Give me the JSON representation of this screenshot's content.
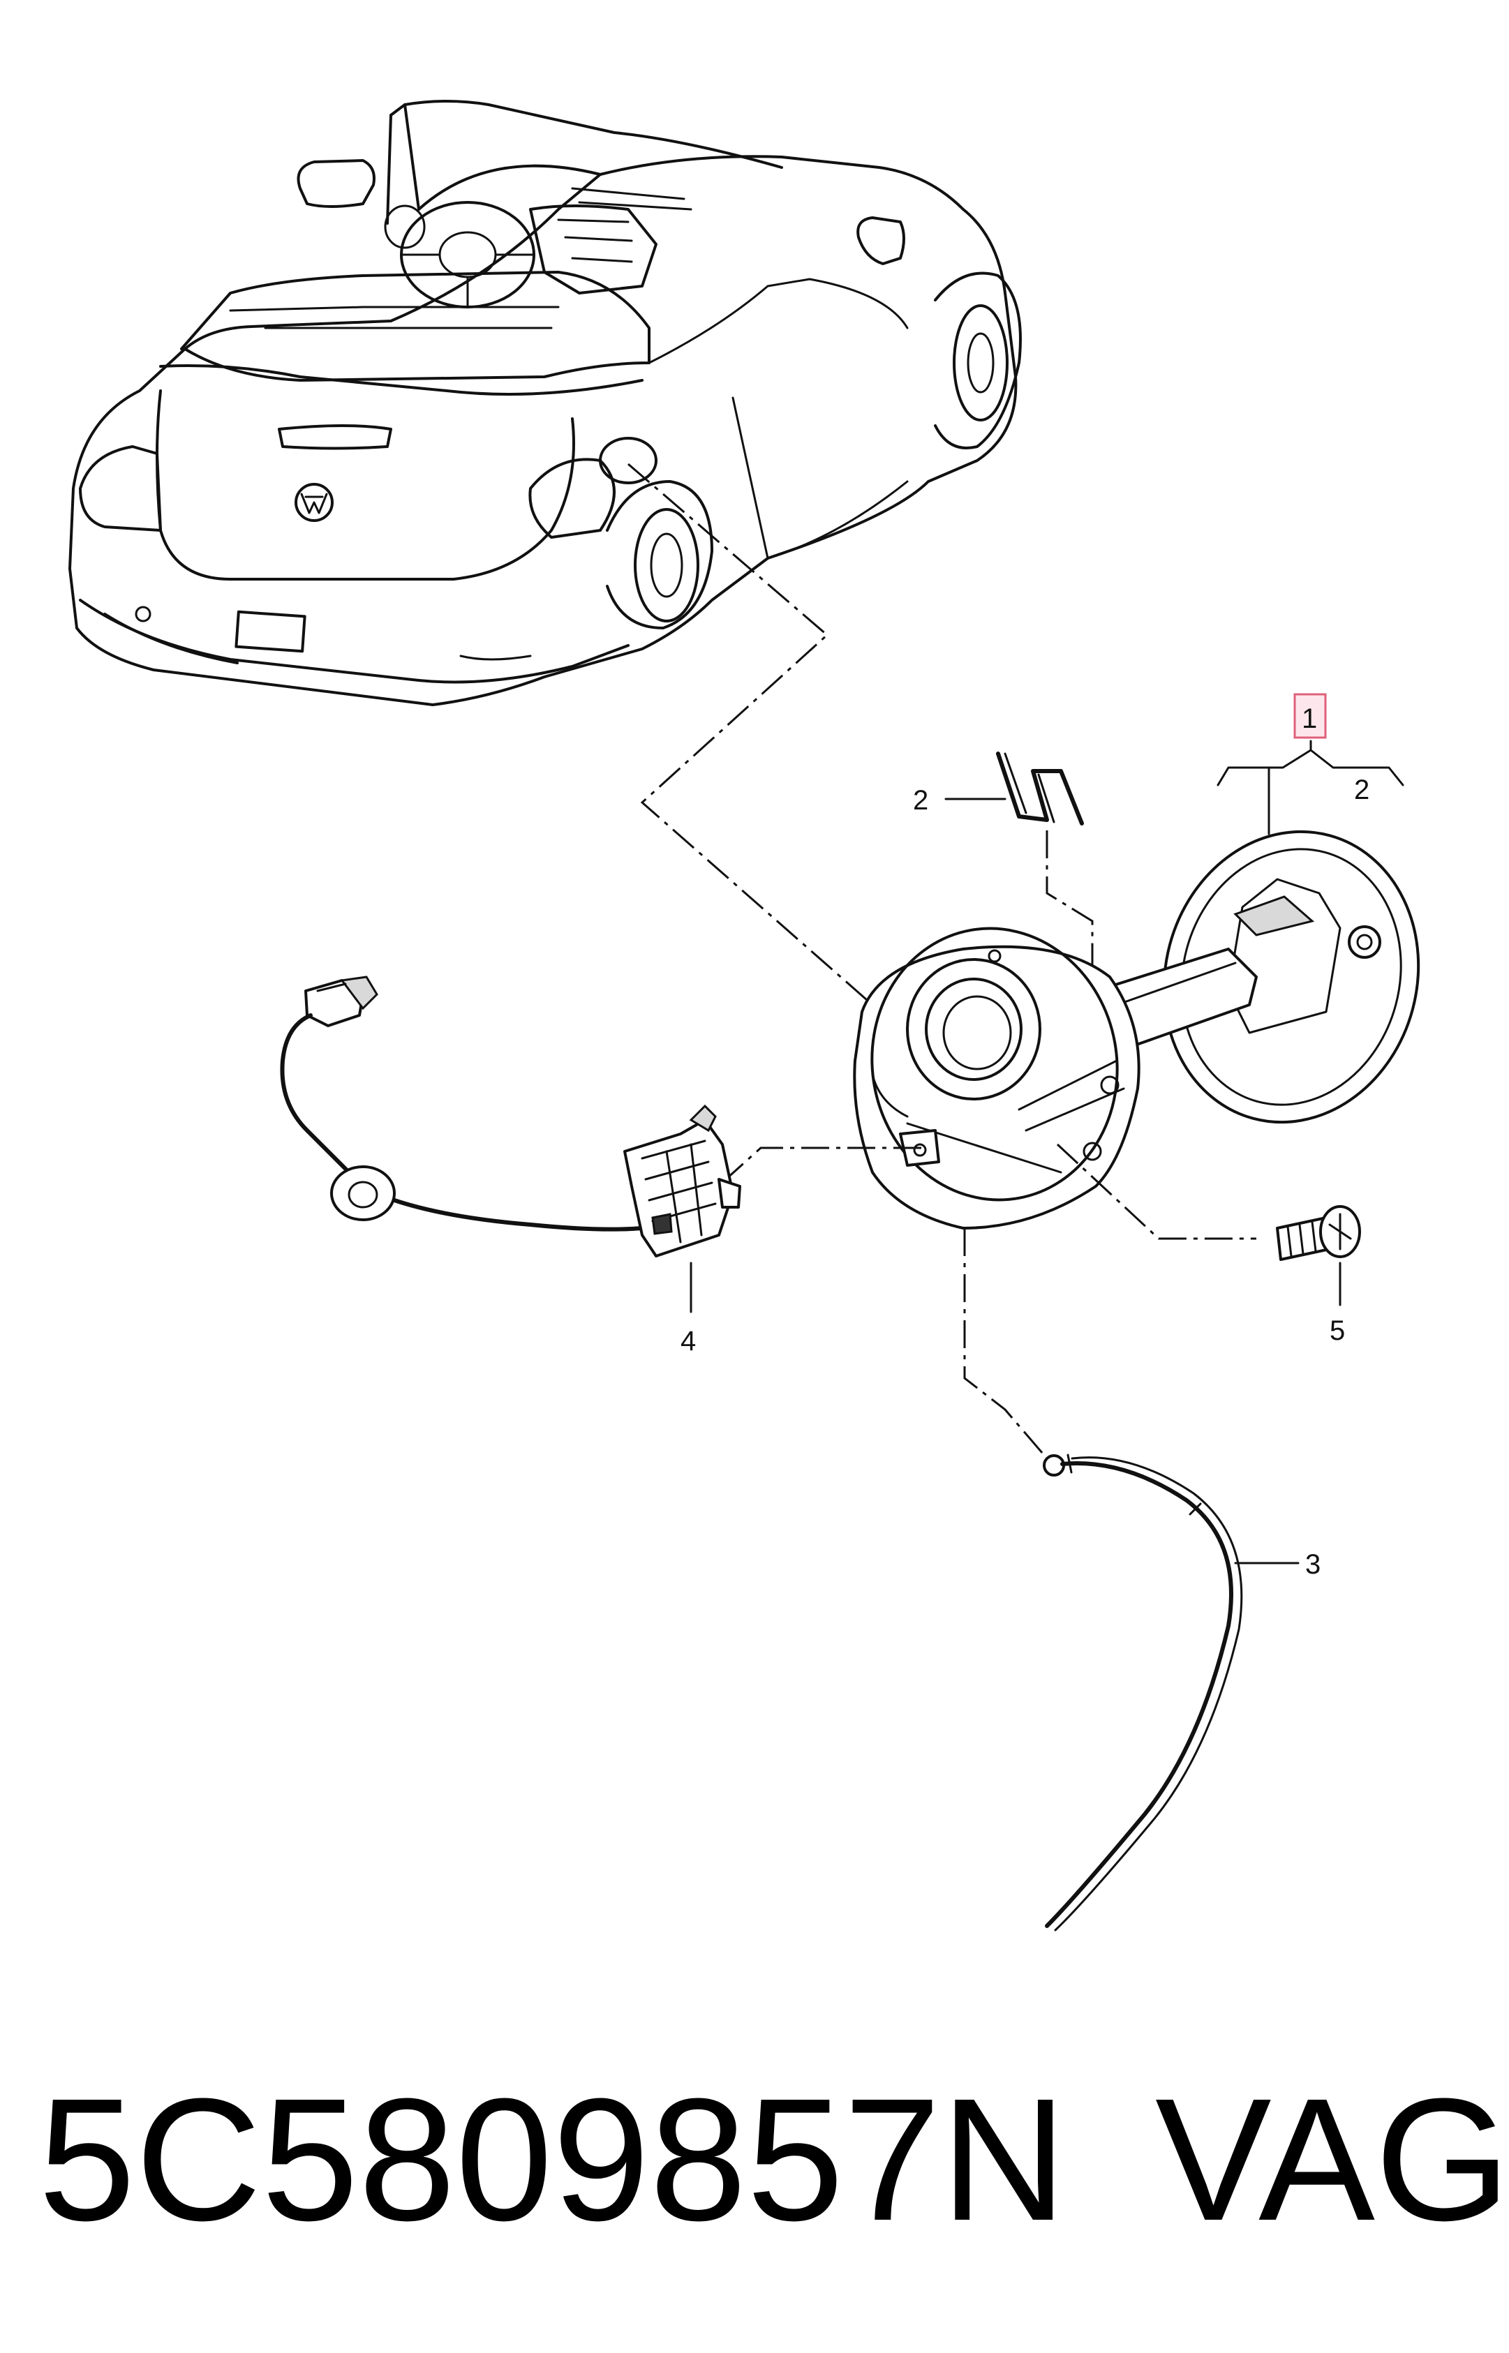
{
  "callouts": {
    "c1": "1",
    "c2_left": "2",
    "c2_right": "2",
    "c3": "3",
    "c4": "4",
    "c5": "5"
  },
  "caption": {
    "part_number": "5C5809857N",
    "brand": "VAG"
  },
  "colors": {
    "line": "#111111",
    "highlight_box_border": "#e0607a",
    "highlight_box_fill": "#fde7ec"
  }
}
